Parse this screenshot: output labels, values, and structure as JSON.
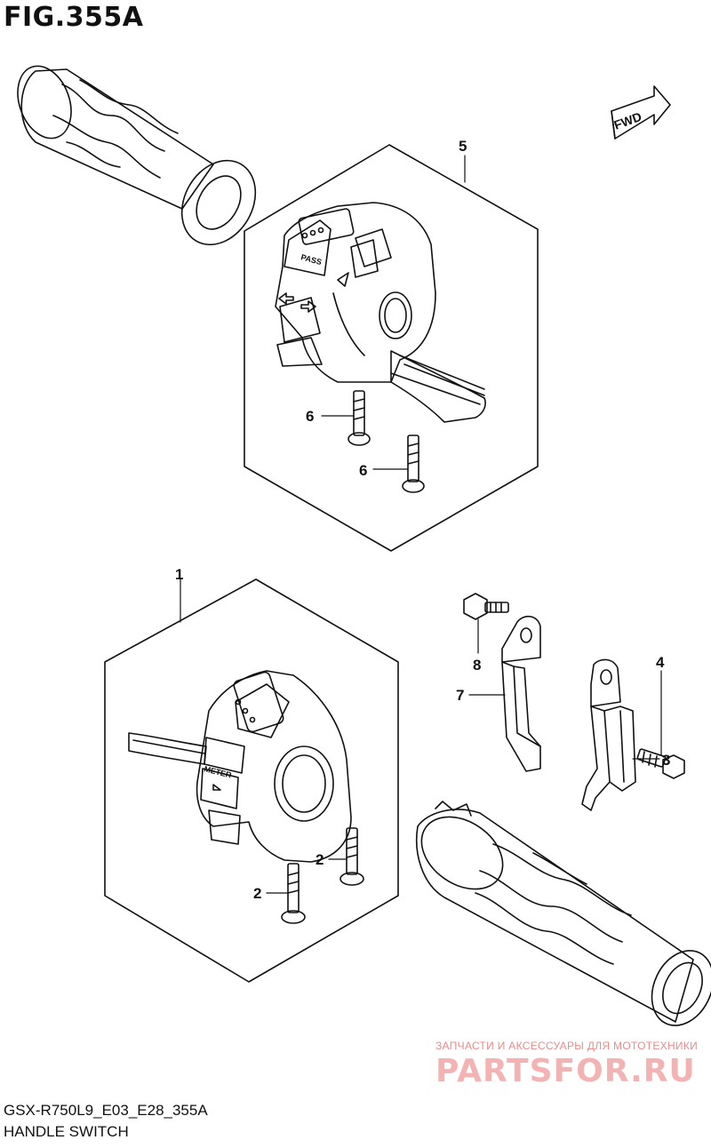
{
  "figure": {
    "title": "FIG.355A",
    "code": "GSX-R750L9_E03_E28_355A",
    "caption": "HANDLE SWITCH"
  },
  "fwd_label": "FWD",
  "callouts": [
    {
      "id": "5",
      "label": "5"
    },
    {
      "id": "6a",
      "label": "6"
    },
    {
      "id": "6b",
      "label": "6"
    },
    {
      "id": "1",
      "label": "1"
    },
    {
      "id": "8",
      "label": "8"
    },
    {
      "id": "7",
      "label": "7"
    },
    {
      "id": "4",
      "label": "4"
    },
    {
      "id": "3",
      "label": "3"
    },
    {
      "id": "2a",
      "label": "2"
    },
    {
      "id": "2b",
      "label": "2"
    }
  ],
  "switch_labels": {
    "pass": "PASS",
    "meter": "METER"
  },
  "watermark": {
    "subtitle": "ЗАПЧАСТИ И АКСЕССУАРЫ ДЛЯ МОТОТЕХНИКИ",
    "brand": "PARTSFOR.RU"
  }
}
